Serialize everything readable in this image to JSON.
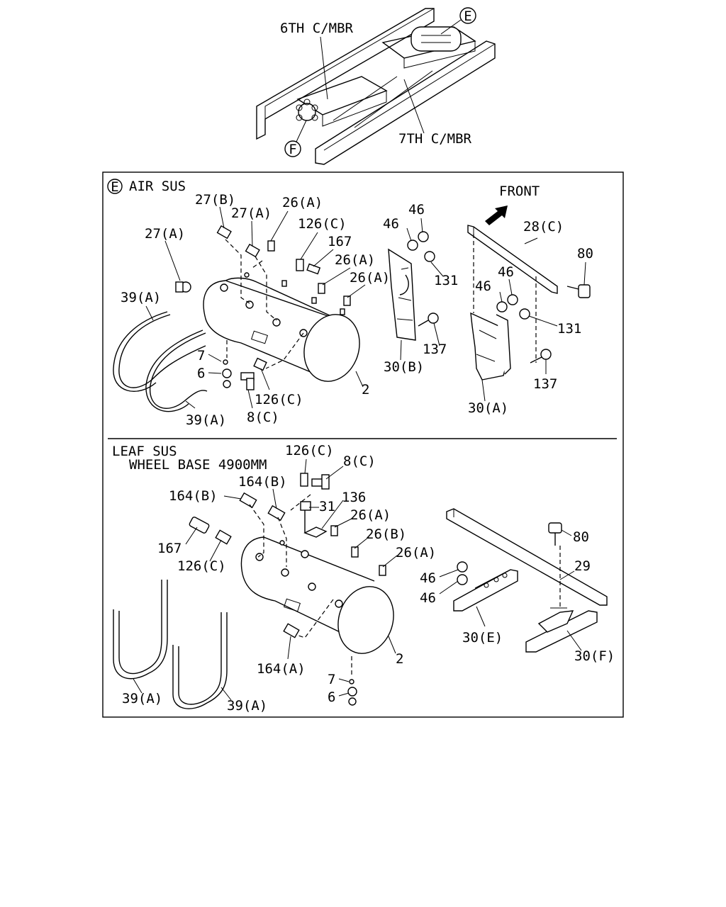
{
  "overview": {
    "callouts": {
      "e": "E",
      "f": "F"
    },
    "labels": {
      "sixth": "6TH C/MBR",
      "seventh": "7TH C/MBR"
    }
  },
  "air_section": {
    "title_marker": "E",
    "title": "AIR SUS",
    "front": "FRONT",
    "parts": {
      "p27b": "27(B)",
      "p27a_1": "27(A)",
      "p27a_2": "27(A)",
      "p26a_1": "26(A)",
      "p126c_1": "126(C)",
      "p167": "167",
      "p26a_2": "26(A)",
      "p26a_3": "26(A)",
      "p39a_1": "39(A)",
      "p39a_2": "39(A)",
      "p7": "7",
      "p6": "6",
      "p126c_2": "126(C)",
      "p8c": "8(C)",
      "p2": "2",
      "p46_1": "46",
      "p46_2": "46",
      "p131_1": "131",
      "p137_1": "137",
      "p30b": "30(B)",
      "p28c": "28(C)",
      "p80": "80",
      "p46_3": "46",
      "p46_4": "46",
      "p131_2": "131",
      "p137_2": "137",
      "p30a": "30(A)"
    }
  },
  "leaf_section": {
    "title_line1": "LEAF SUS",
    "title_line2": "WHEEL BASE 4900MM",
    "parts": {
      "p126c_1": "126(C)",
      "p8c": "8(C)",
      "p164b_1": "164(B)",
      "p164b_2": "164(B)",
      "p31": "31",
      "p136": "136",
      "p26a_1": "26(A)",
      "p26b": "26(B)",
      "p26a_2": "26(A)",
      "p167": "167",
      "p126c_2": "126(C)",
      "p80": "80",
      "p29": "29",
      "p46_1": "46",
      "p46_2": "46",
      "p30e": "30(E)",
      "p30f": "30(F)",
      "p2": "2",
      "p164a": "164(A)",
      "p7": "7",
      "p6": "6",
      "p39a_1": "39(A)",
      "p39a_2": "39(A)"
    }
  }
}
